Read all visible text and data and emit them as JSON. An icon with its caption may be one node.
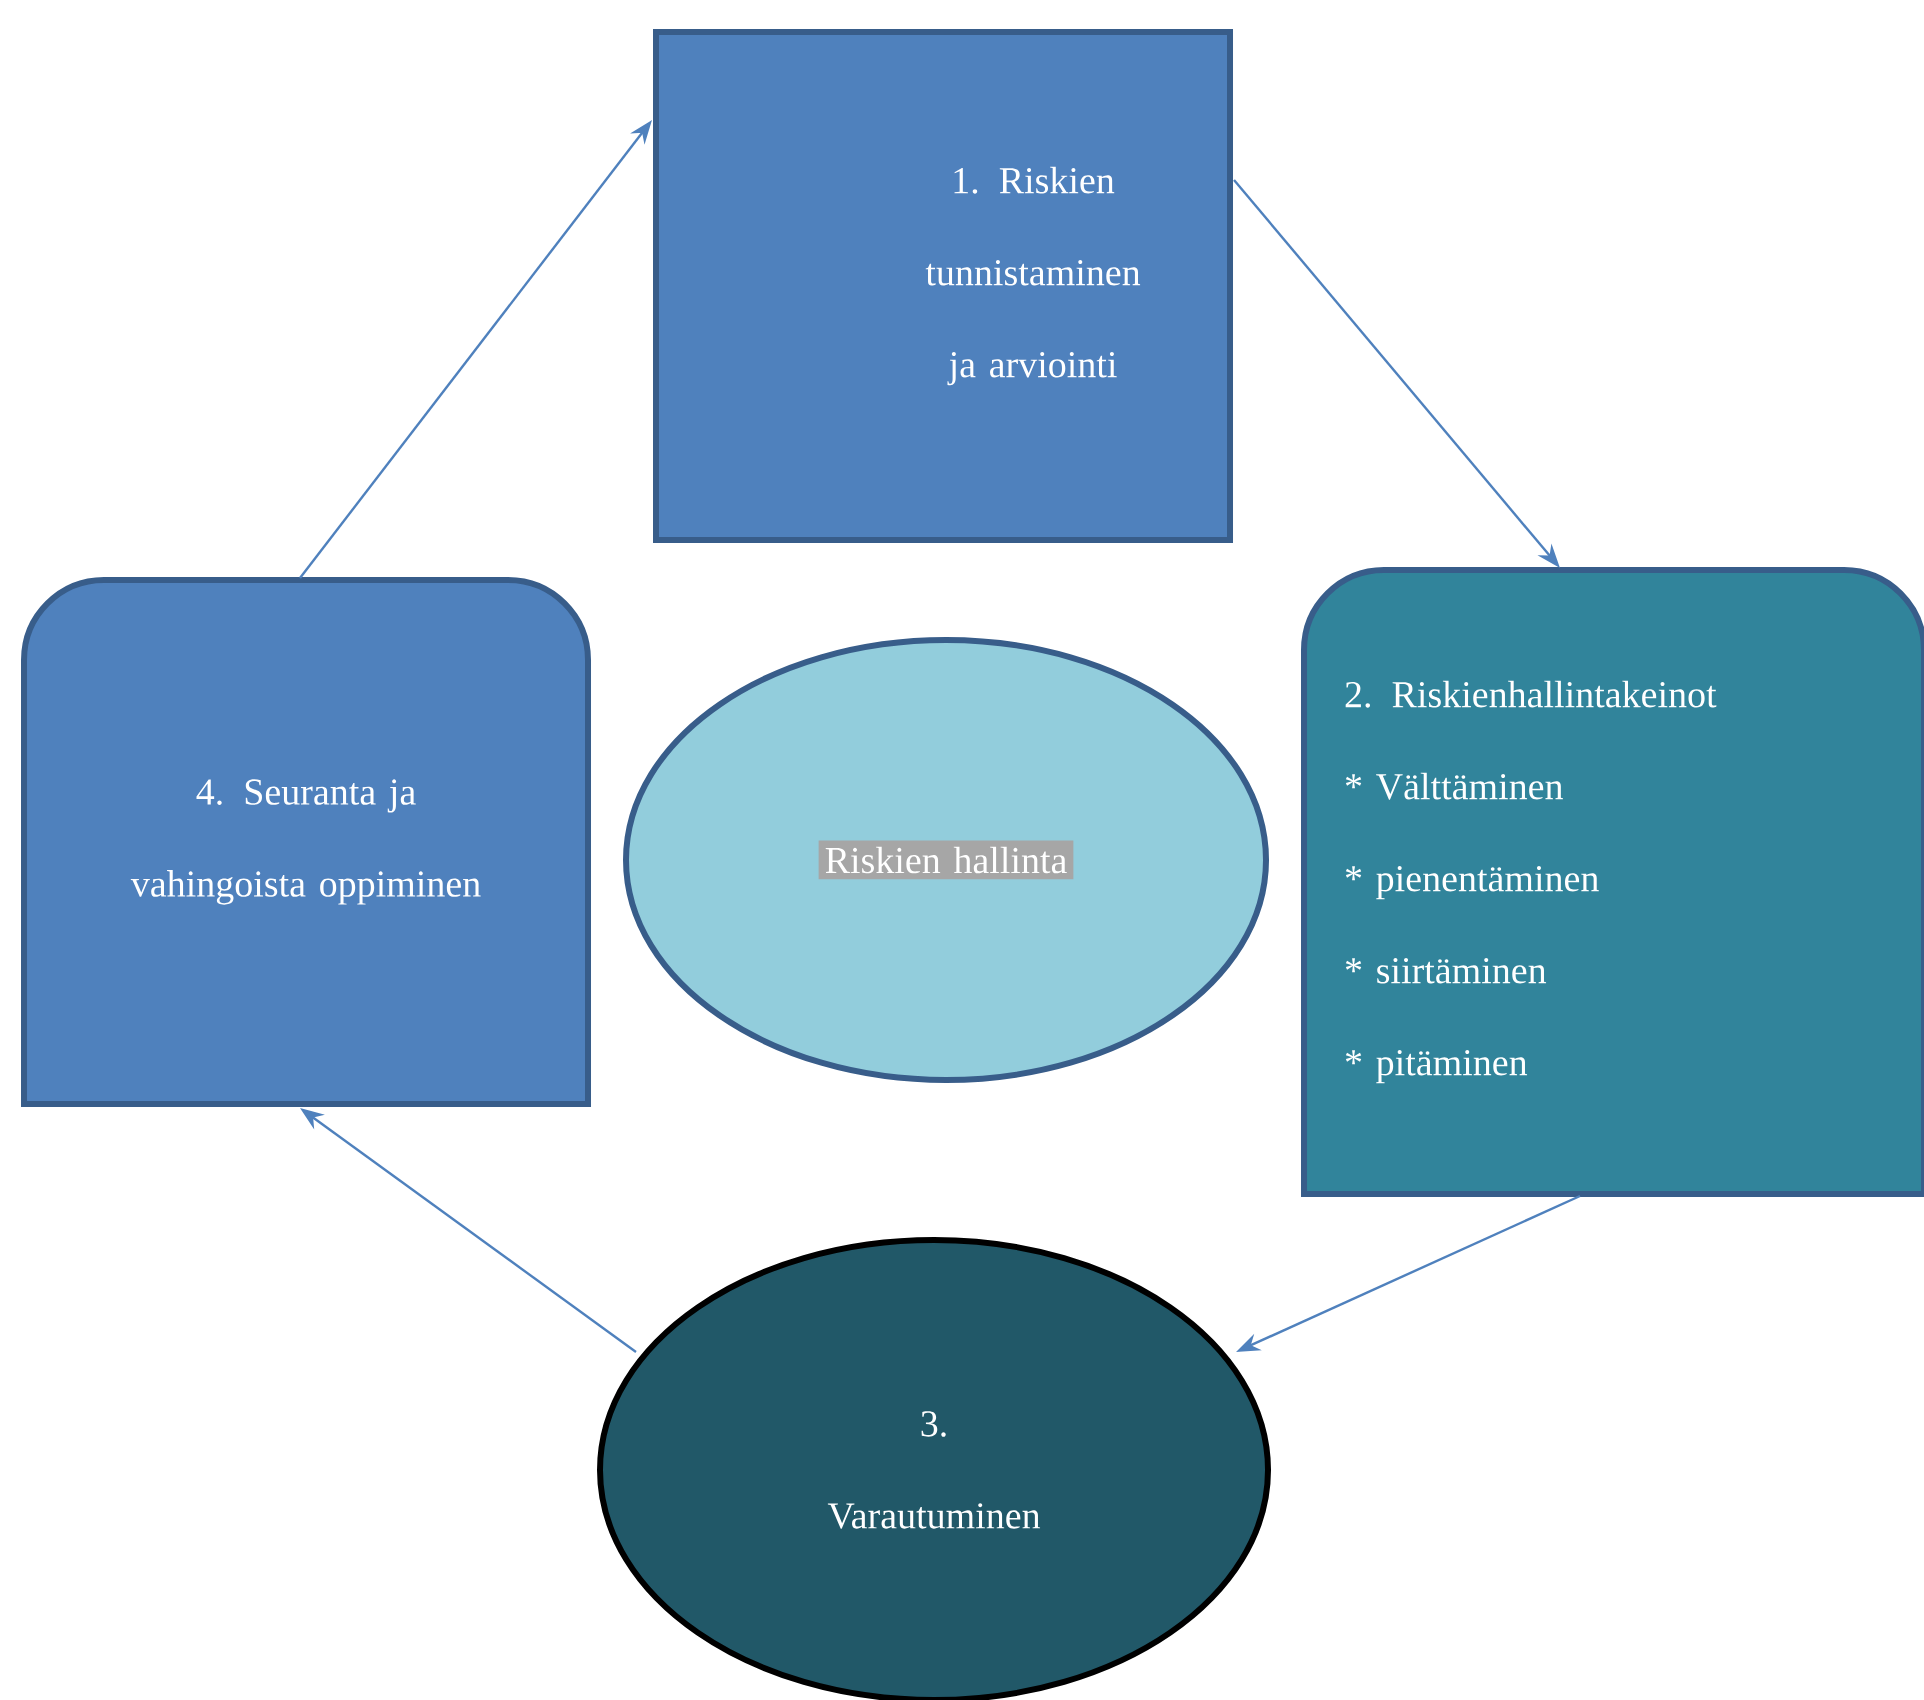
{
  "diagram": {
    "nodes": [
      {
        "text": [
          "1. Riskien tunnistaminen ja arviointi"
        ]
      },
      {
        "text": [
          "4. Seuranta ja vahingoista oppiminen"
        ]
      },
      {
        "text": [
          "Riskien hallinta"
        ]
      },
      {
        "text": [
          "2. Riskienhallintakeinot",
          "* Välttäminen",
          "* pienentäminen",
          "* siirtäminen",
          "* pitäminen"
        ]
      },
      {
        "text": [
          "3. Varautuminen"
        ]
      }
    ],
    "edges": [
      {
        "from": 0,
        "to": 3,
        "arrow": "to"
      },
      {
        "from": 3,
        "to": 4,
        "arrow": "to"
      },
      {
        "from": 4,
        "to": 1,
        "arrow": "to"
      },
      {
        "from": 1,
        "to": 0,
        "arrow": "to"
      }
    ]
  }
}
